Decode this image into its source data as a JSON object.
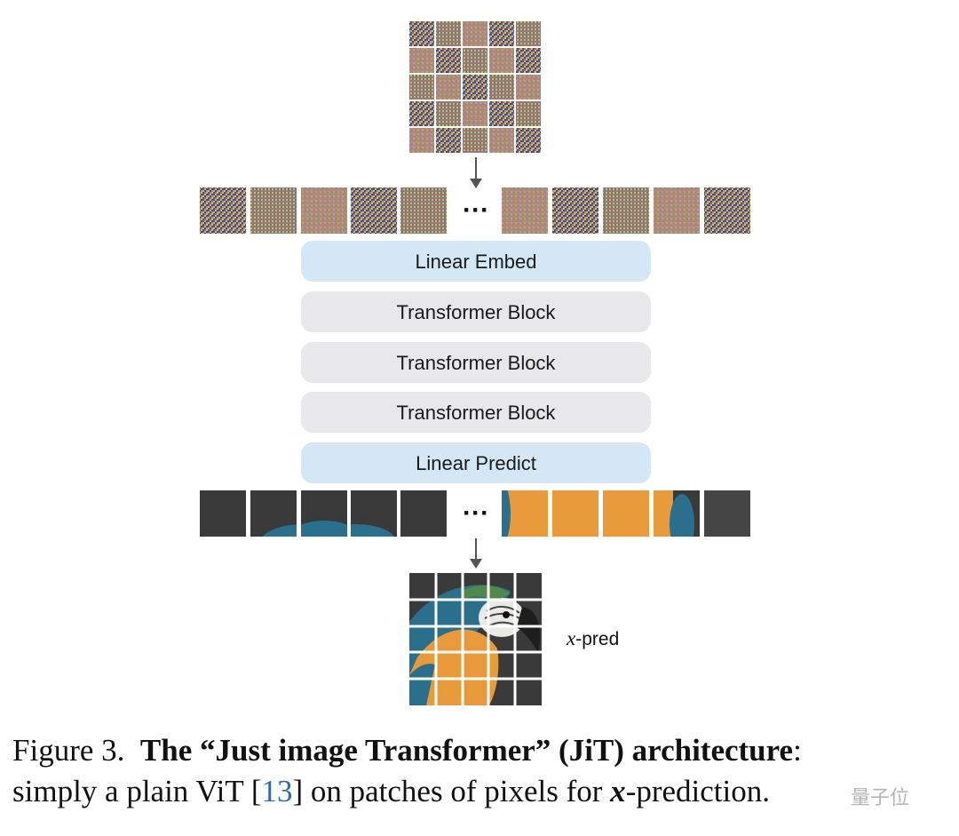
{
  "blocks": [
    {
      "label": "Linear Embed",
      "kind": "linear"
    },
    {
      "label": "Transformer Block",
      "kind": "transformer"
    },
    {
      "label": "Transformer Block",
      "kind": "transformer"
    },
    {
      "label": "Transformer Block",
      "kind": "transformer"
    },
    {
      "label": "Linear Predict",
      "kind": "linear"
    }
  ],
  "ellipsis": "···",
  "output_label": {
    "var": "x",
    "suffix": "-pred"
  },
  "caption": {
    "figure": "Figure 3.",
    "title": "The “Just image Transformer” (JiT) architecture",
    "colon": ":",
    "line2_a": "simply a plain ViT [",
    "ref": "13",
    "line2_b": "] on patches of pixels for ",
    "var": "x",
    "line2_c": "-prediction."
  },
  "watermark": "量子位",
  "colors": {
    "linear_block": "#d3e8f4",
    "transformer_block": "#e8e8ea",
    "arrow": "#555555",
    "ref_link": "#2d6bb0",
    "parrot_blue": "#2a6f8c",
    "parrot_orange": "#e89a3a",
    "background_dark": "#3a3a3a"
  }
}
